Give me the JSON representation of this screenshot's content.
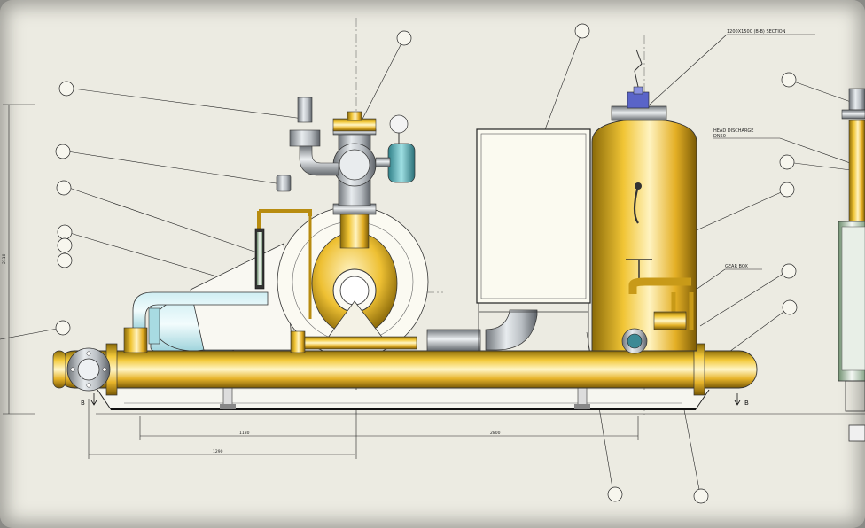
{
  "callouts": {
    "top_right_note": "1200X1500 (B-B) SECTION",
    "mid_right_note": "HEAD DISCHARGE",
    "mid_right_note_2": "DN50",
    "small_note": "GEAR BOX"
  },
  "section_marks": {
    "left": "B",
    "right": "B"
  },
  "dimensions": {
    "height": "2110",
    "span_left": "1180",
    "span_right": "2800",
    "span_lower": "1290"
  },
  "balloons": [
    "",
    "",
    "",
    "",
    "",
    "",
    "",
    "",
    "",
    "",
    "",
    "",
    "",
    "",
    ""
  ]
}
